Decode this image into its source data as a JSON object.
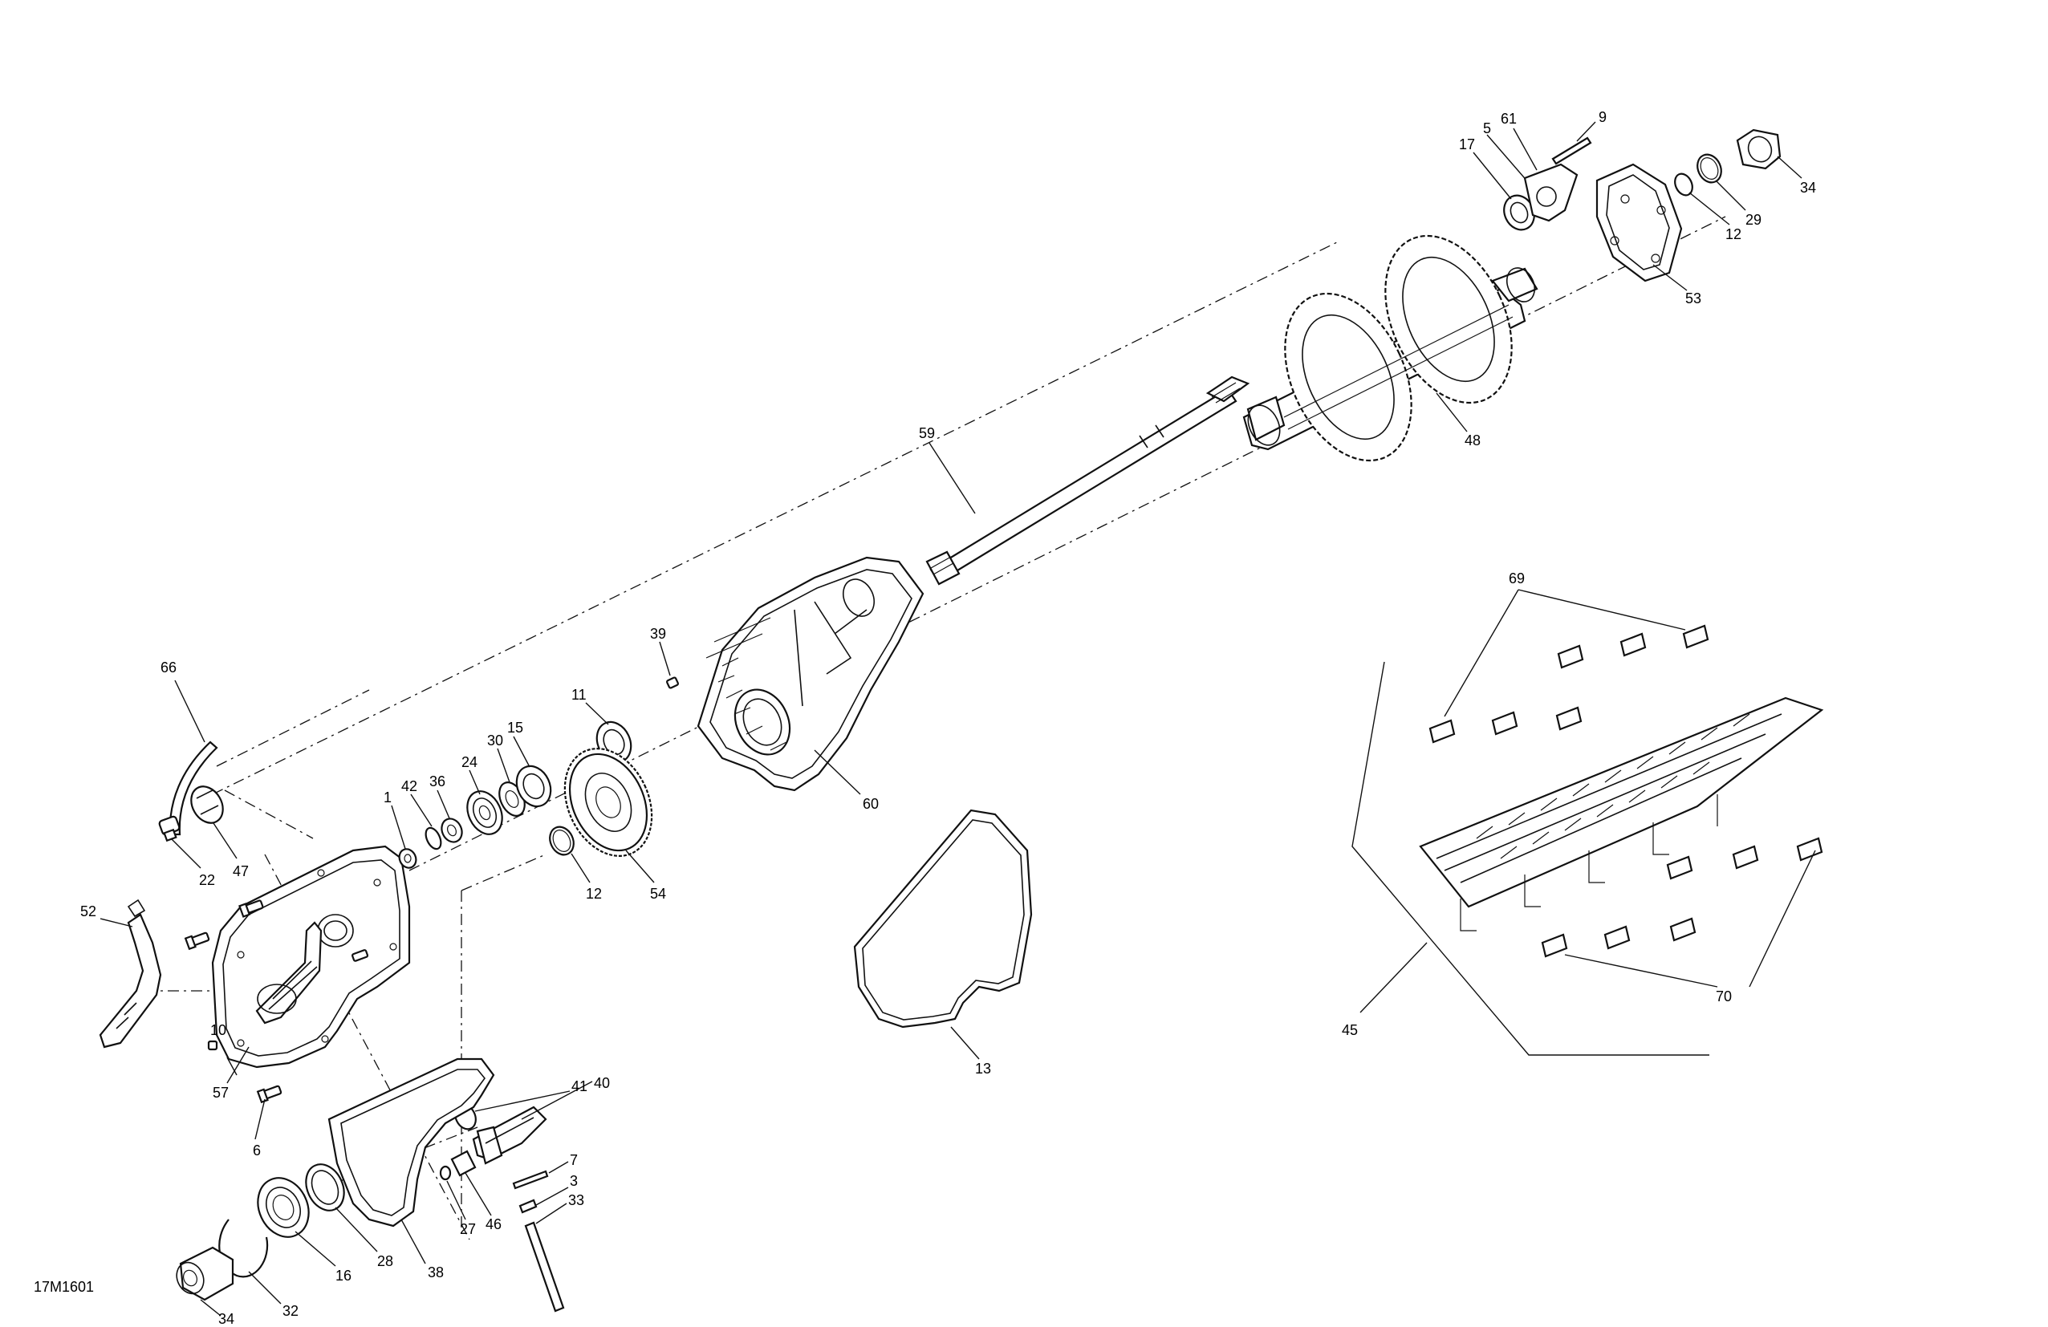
{
  "reference_code": "17M1601",
  "callouts": [
    {
      "id": "c66",
      "text": "66"
    },
    {
      "id": "c22",
      "text": "22"
    },
    {
      "id": "c47",
      "text": "47"
    },
    {
      "id": "c52",
      "text": "52"
    },
    {
      "id": "c10",
      "text": "10"
    },
    {
      "id": "c57",
      "text": "57"
    },
    {
      "id": "c6",
      "text": "6"
    },
    {
      "id": "c1",
      "text": "1"
    },
    {
      "id": "c42",
      "text": "42"
    },
    {
      "id": "c36",
      "text": "36"
    },
    {
      "id": "c24",
      "text": "24"
    },
    {
      "id": "c30",
      "text": "30"
    },
    {
      "id": "c15",
      "text": "15"
    },
    {
      "id": "c11",
      "text": "11"
    },
    {
      "id": "c39",
      "text": "39"
    },
    {
      "id": "c12a",
      "text": "12"
    },
    {
      "id": "c54",
      "text": "54"
    },
    {
      "id": "c60",
      "text": "60"
    },
    {
      "id": "c59",
      "text": "59"
    },
    {
      "id": "c48",
      "text": "48"
    },
    {
      "id": "c17",
      "text": "17"
    },
    {
      "id": "c5",
      "text": "5"
    },
    {
      "id": "c61",
      "text": "61"
    },
    {
      "id": "c9",
      "text": "9"
    },
    {
      "id": "c53",
      "text": "53"
    },
    {
      "id": "c12b",
      "text": "12"
    },
    {
      "id": "c29",
      "text": "29"
    },
    {
      "id": "c34a",
      "text": "34"
    },
    {
      "id": "c69",
      "text": "69"
    },
    {
      "id": "c70",
      "text": "70"
    },
    {
      "id": "c45",
      "text": "45"
    },
    {
      "id": "c13",
      "text": "13"
    },
    {
      "id": "c41",
      "text": "41"
    },
    {
      "id": "c40",
      "text": "40"
    },
    {
      "id": "c7",
      "text": "7"
    },
    {
      "id": "c3",
      "text": "3"
    },
    {
      "id": "c33",
      "text": "33"
    },
    {
      "id": "c46",
      "text": "46"
    },
    {
      "id": "c27",
      "text": "27"
    },
    {
      "id": "c38",
      "text": "38"
    },
    {
      "id": "c28",
      "text": "28"
    },
    {
      "id": "c16",
      "text": "16"
    },
    {
      "id": "c32",
      "text": "32"
    },
    {
      "id": "c34b",
      "text": "34"
    }
  ]
}
